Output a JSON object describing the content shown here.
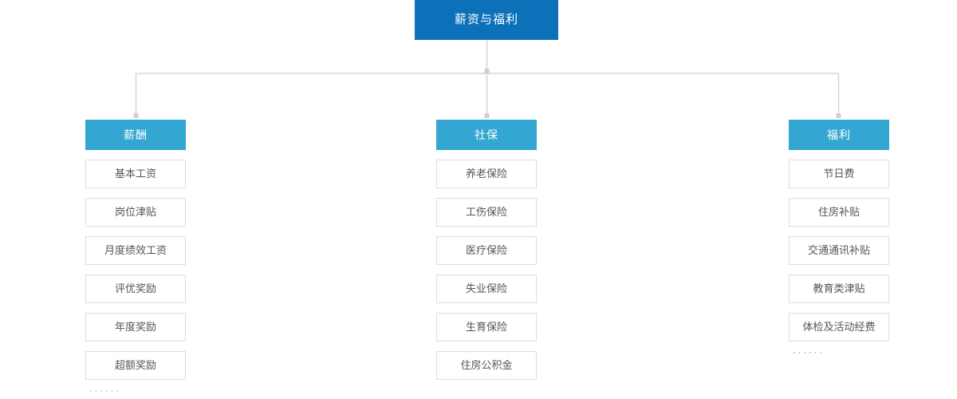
{
  "diagram": {
    "type": "tree",
    "root": {
      "label": "薪资与福利",
      "color": "#0c71b9",
      "text_color": "#ffffff"
    },
    "connector_color": "#d5d5d5",
    "branch_header_color": "#33a7d1",
    "leaf_border_color": "#dddddd",
    "leaf_text_color": "#555555",
    "ellipsis": "······",
    "branches": [
      {
        "id": "compensation",
        "label": "薪酬",
        "items": [
          "基本工资",
          "岗位津贴",
          "月度绩效工资",
          "评优奖励",
          "年度奖励",
          "超额奖励"
        ],
        "has_ellipsis": true
      },
      {
        "id": "social-insurance",
        "label": "社保",
        "items": [
          "养老保险",
          "工伤保险",
          "医疗保险",
          "失业保险",
          "生育保险",
          "住房公积金"
        ],
        "has_ellipsis": false
      },
      {
        "id": "welfare",
        "label": "福利",
        "items": [
          "节日费",
          "住房补贴",
          "交通通讯补贴",
          "教育类津贴",
          "体检及活动经费"
        ],
        "has_ellipsis": true
      }
    ]
  }
}
